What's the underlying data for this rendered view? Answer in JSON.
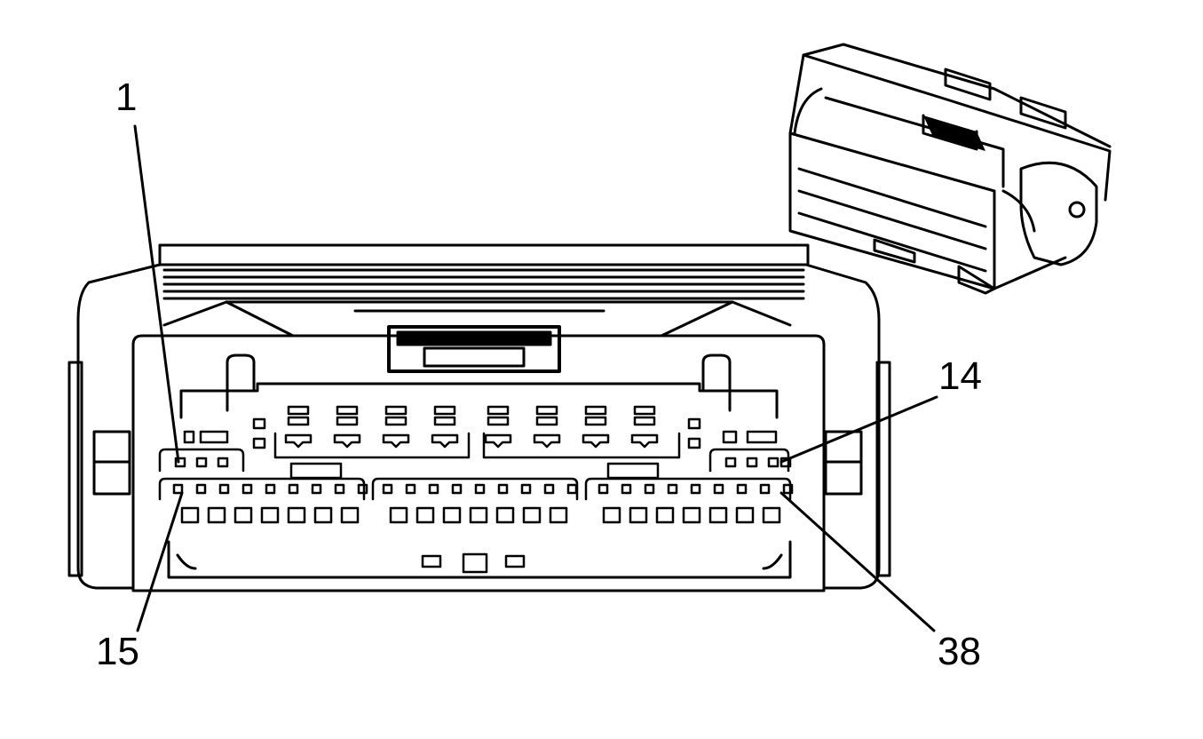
{
  "labels": {
    "pin_1": "1",
    "pin_14": "14",
    "pin_15": "15",
    "pin_38": "38"
  },
  "colors": {
    "line": "#000000",
    "background": "#ffffff"
  }
}
